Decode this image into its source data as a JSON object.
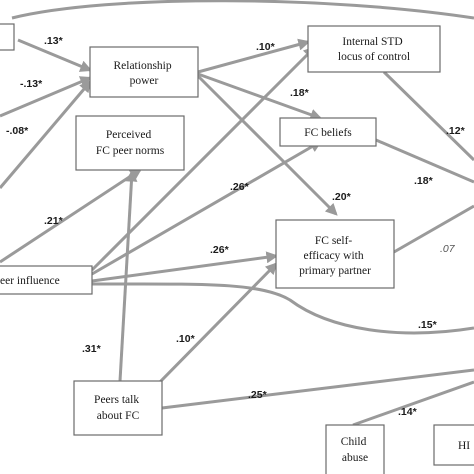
{
  "nodes": {
    "relationship_power": [
      "Relationship",
      "power"
    ],
    "internal_std": [
      "Internal STD",
      "locus of control"
    ],
    "perceived_norms": [
      "Perceived",
      "FC peer norms"
    ],
    "fc_beliefs": [
      "FC beliefs"
    ],
    "self_efficacy": [
      "FC self-",
      "efficacy with",
      "primary partner"
    ],
    "peer_influence": [
      "eer influence"
    ],
    "peers_talk": [
      "Peers talk",
      "about FC"
    ],
    "child_abuse": [
      "Child",
      "abuse"
    ],
    "hiv": [
      "HI"
    ]
  },
  "coefficients": {
    "c_top_left_rp": ".13*",
    "c_mid_left_rp": "-.13*",
    "c_low_left_rp": "-.08*",
    "c_rp_std": ".10*",
    "c_rp_beliefs": ".18*",
    "c_rp_se": ".20*",
    "c_std_right": ".12*",
    "c_beliefs_right": ".18*",
    "c_se_right": ".07",
    "c_left_norms": ".21*",
    "c_pi_beliefs": ".26*",
    "c_pi_se": ".26*",
    "c_pi_curve": ".15*",
    "c_pt_norms": ".31*",
    "c_pt_se": ".10*",
    "c_pt_right": ".25*",
    "c_ca": ".14*"
  }
}
